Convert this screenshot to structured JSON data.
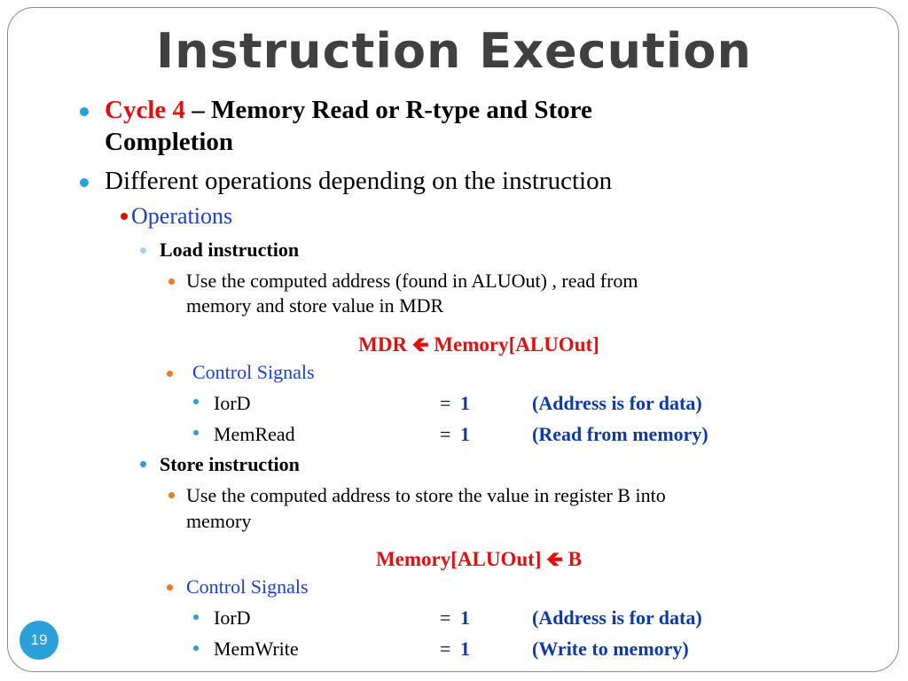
{
  "title": "Instruction Execution",
  "page_number": "19",
  "bullets": {
    "cycle_label": "Cycle 4",
    "cycle_rest_1": " – Memory Read or R-type and Store",
    "cycle_rest_2": "Completion",
    "different_ops": "Different operations depending on the instruction",
    "operations": "Operations",
    "load_instruction": "Load instruction",
    "load_desc_1": "Use the computed address (found in ALUOut) , read  from",
    "load_desc_2": "memory and store value in MDR",
    "load_eq_left": "MDR ",
    "load_eq_arrow": "🡸",
    "load_eq_right": " Memory[ALUOut]",
    "load_control": "Control Signals",
    "load_sig1_name": "IorD",
    "load_sig1_eq": "=",
    "load_sig1_val": "1",
    "load_sig1_desc": "(Address is for data)",
    "load_sig2_name": "MemRead",
    "load_sig2_eq": "=",
    "load_sig2_val": "1",
    "load_sig2_desc": "(Read from memory)",
    "store_instruction": "Store instruction",
    "store_desc_1": "Use the computed address to store the value in register B into",
    "store_desc_2": "memory",
    "store_eq_left": "Memory[ALUOut] ",
    "store_eq_arrow": "🡸",
    "store_eq_right": " B",
    "store_control": "Control Signals",
    "store_sig1_name": "IorD",
    "store_sig1_eq": "=",
    "store_sig1_val": "1",
    "store_sig1_desc": "(Address is for data)",
    "store_sig2_name": "MemWrite",
    "store_sig2_eq": "=",
    "store_sig2_val": "1",
    "store_sig2_desc": "(Write to memory)"
  },
  "colors": {
    "accent_blue": "#2a9fd8",
    "red": "#e01010",
    "link_blue": "#1a3fd6",
    "bullet_orange": "#f07820"
  }
}
